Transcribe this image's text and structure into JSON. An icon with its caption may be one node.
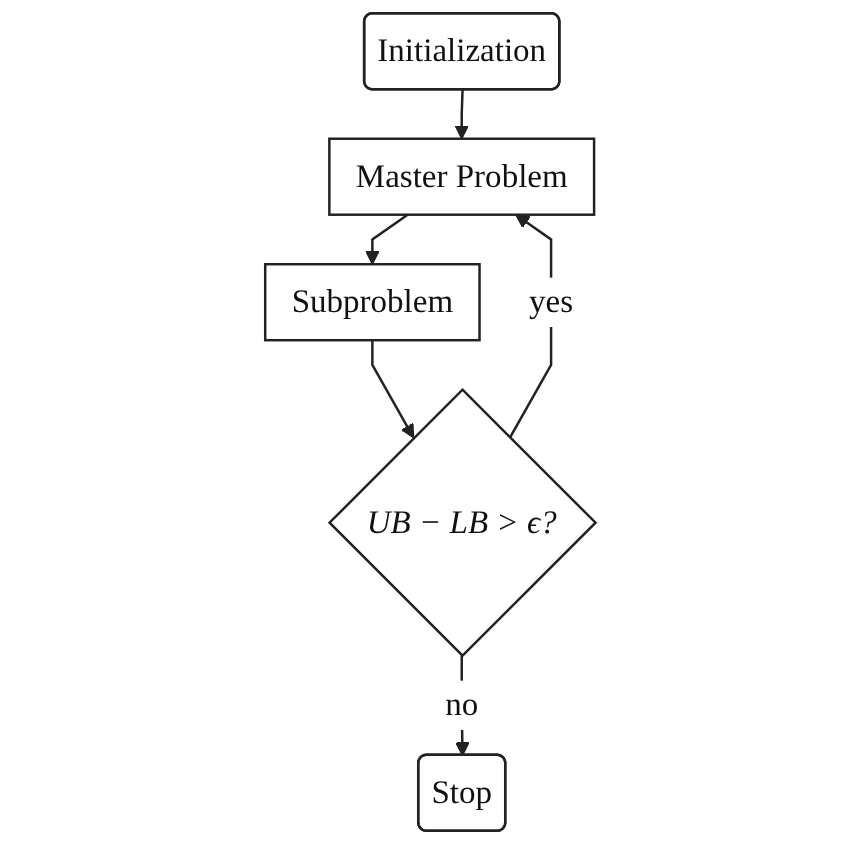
{
  "diagram": {
    "nodes": [
      {
        "text": [
          "Initialization"
        ]
      },
      {
        "text": [
          "Master Problem"
        ]
      },
      {
        "text": [
          "Subproblem"
        ]
      },
      {
        "text": [
          "UB − LB > ϵ?"
        ]
      },
      {
        "text": [
          "Stop"
        ]
      }
    ],
    "edges": [
      {
        "from": 0,
        "to": 1,
        "arrow": "to"
      },
      {
        "from": 1,
        "to": 2,
        "arrow": "to"
      },
      {
        "from": 2,
        "to": 3,
        "arrow": "to"
      },
      {
        "from": 3,
        "to": 1,
        "label": "yes",
        "arrow": "to"
      },
      {
        "from": 3,
        "to": 4,
        "label": "no",
        "arrow": "to"
      }
    ]
  }
}
